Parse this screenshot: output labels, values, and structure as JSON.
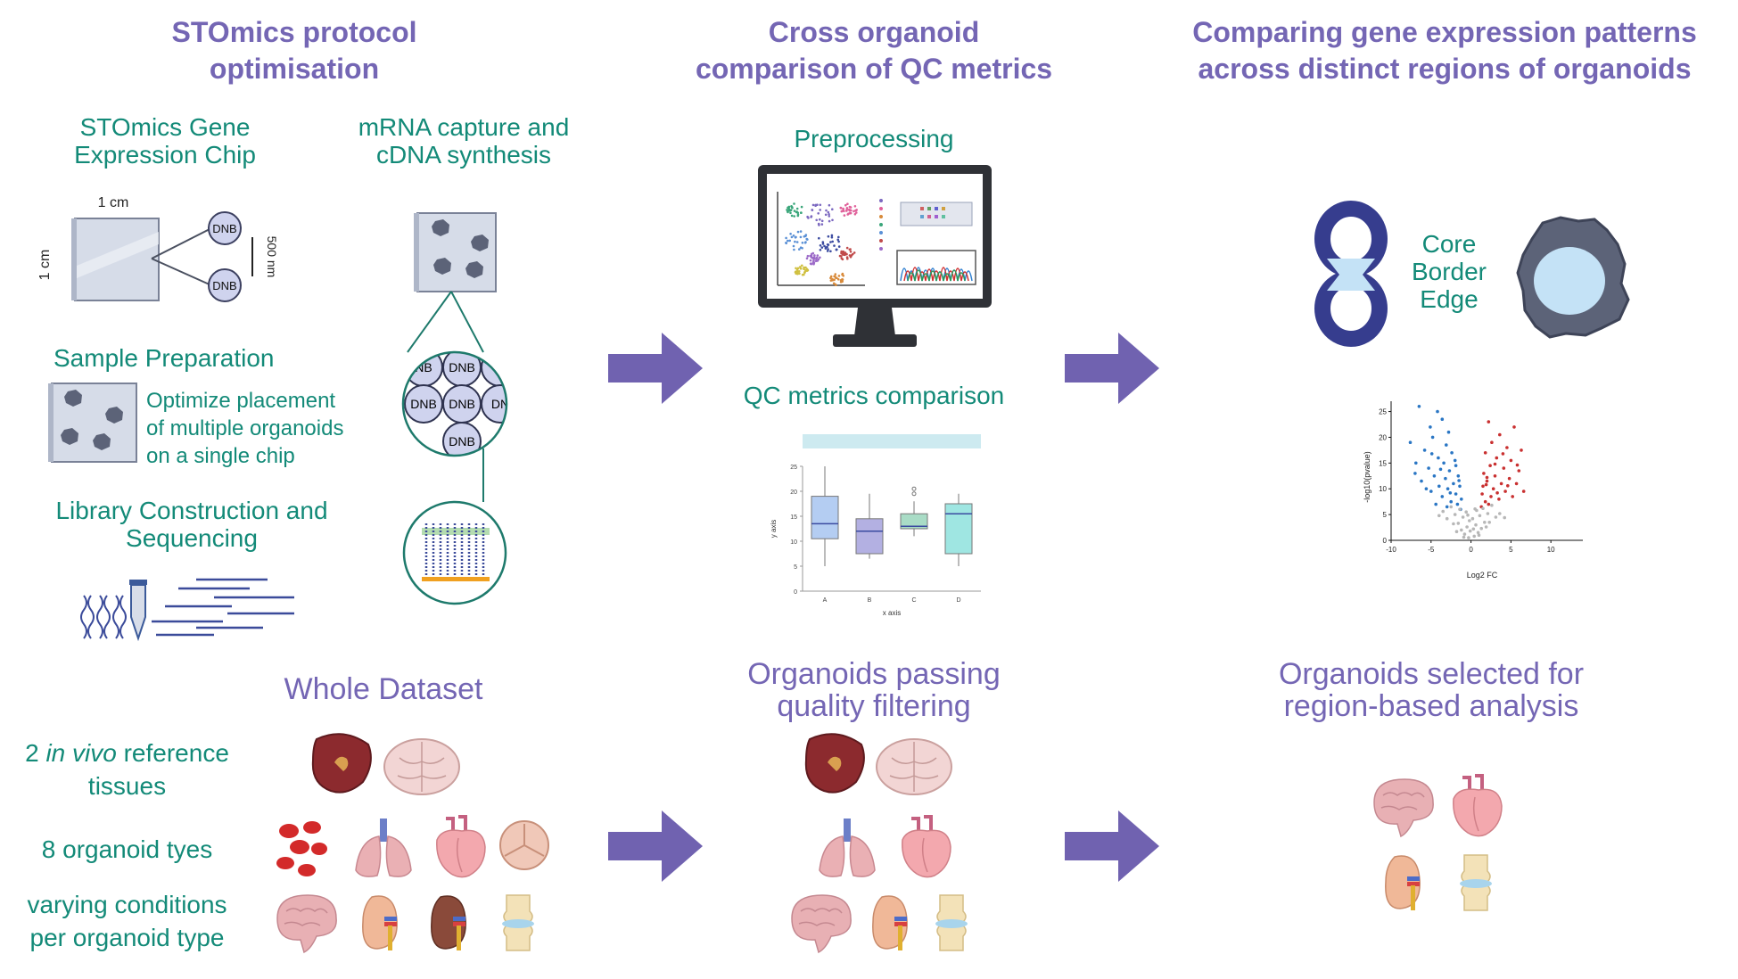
{
  "columns": {
    "left": {
      "title_line1": "STOmics protocol",
      "title_line2": "optimisation"
    },
    "middle": {
      "title_line1": "Cross organoid",
      "title_line2": "comparison of QC metrics"
    },
    "right": {
      "title_line1": "Comparing gene expression patterns",
      "title_line2": "across distinct regions of organoids"
    }
  },
  "protocol": {
    "chip_title_line1": "STOmics Gene",
    "chip_title_line2": "Expression Chip",
    "chip_width_label": "1 cm",
    "chip_height_label": "1 cm",
    "dnb_label": "DNB",
    "dnb_spacing_label": "500 nm",
    "mrna_title_line1": "mRNA capture and",
    "mrna_title_line2": "cDNA synthesis",
    "dnb_cells": [
      "NB",
      "DNB",
      "D",
      "DNB",
      "DNB",
      "DN",
      "DNB"
    ],
    "sample_prep_title": "Sample Preparation",
    "sample_prep_desc_line1": "Optimize placement",
    "sample_prep_desc_line2": "of multiple organoids",
    "sample_prep_desc_line3": "on a single chip",
    "library_line1": "Library Construction and",
    "library_line2": "Sequencing"
  },
  "qc": {
    "preprocessing_label": "Preprocessing",
    "qc_comparison_label": "QC metrics comparison"
  },
  "region": {
    "regions": [
      "Core",
      "Border",
      "Edge"
    ]
  },
  "chart_data": [
    {
      "type": "box",
      "categories": [
        "A",
        "B",
        "C",
        "D"
      ],
      "series": [
        {
          "values": [
            {
              "min": 5,
              "q1": 10.5,
              "median": 13.5,
              "q3": 19,
              "max": 25
            },
            {
              "min": 6.5,
              "q1": 7.5,
              "median": 12,
              "q3": 14.5,
              "max": 19.5
            },
            {
              "min": 11,
              "q1": 12.5,
              "median": 13,
              "q3": 15.5,
              "max": 18,
              "outliers": [
                19.5,
                20.5
              ]
            },
            {
              "min": 5,
              "q1": 7.5,
              "median": 15.5,
              "q3": 17.5,
              "max": 19.5
            }
          ],
          "colors": [
            "#b4cdf2",
            "#b3b0e2",
            "#a9dcc6",
            "#9fe6e2"
          ]
        }
      ],
      "xlabel": "x axis",
      "ylabel": "y axis",
      "ylim": [
        0,
        25
      ],
      "yticks": [
        0,
        5,
        10,
        15,
        20,
        25
      ]
    },
    {
      "type": "scatter",
      "xlabel": "Log2 FC",
      "ylabel": "-log10(pvalue)",
      "xlim": [
        -10,
        14
      ],
      "ylim": [
        0,
        27
      ],
      "xticks": [
        -10,
        -5,
        0,
        5,
        10
      ],
      "yticks": [
        0,
        5,
        10,
        15,
        20,
        25
      ],
      "series": [
        {
          "color": "#2a76c4",
          "points": [
            [
              -6.5,
              26
            ],
            [
              -4.2,
              25
            ],
            [
              -3.6,
              23.5
            ],
            [
              -5.1,
              22
            ],
            [
              -2.8,
              21
            ],
            [
              -4.8,
              20
            ],
            [
              -7.6,
              19
            ],
            [
              -3.1,
              18.5
            ],
            [
              -5.8,
              17.5
            ],
            [
              -2.4,
              17
            ],
            [
              -4.1,
              16
            ],
            [
              -6.9,
              15
            ],
            [
              -3.4,
              15
            ],
            [
              -1.9,
              14.5
            ],
            [
              -5.3,
              14
            ],
            [
              -2.7,
              13.5
            ],
            [
              -4.6,
              12.5
            ],
            [
              -1.6,
              12.5
            ],
            [
              -3.2,
              12
            ],
            [
              -6.2,
              11.5
            ],
            [
              -2.2,
              11
            ],
            [
              -4.0,
              10.5
            ],
            [
              -1.4,
              10.5
            ],
            [
              -2.9,
              10
            ],
            [
              -5.0,
              9.5
            ],
            [
              -1.9,
              9
            ],
            [
              -3.6,
              8.5
            ],
            [
              -1.2,
              8
            ],
            [
              -2.5,
              7.5
            ],
            [
              -4.4,
              7
            ],
            [
              -1.7,
              7
            ],
            [
              -3.0,
              6.5
            ],
            [
              -1.3,
              6
            ],
            [
              -7.0,
              13
            ],
            [
              -5.6,
              10
            ],
            [
              -2.0,
              15.5
            ],
            [
              -3.8,
              13.8
            ],
            [
              -2.6,
              9.2
            ],
            [
              -1.5,
              11.6
            ],
            [
              -4.9,
              16.8
            ]
          ]
        },
        {
          "color": "#c93030",
          "points": [
            [
              2.2,
              23
            ],
            [
              3.6,
              20.5
            ],
            [
              5.4,
              22
            ],
            [
              2.6,
              19
            ],
            [
              4.5,
              18
            ],
            [
              6.3,
              17.5
            ],
            [
              1.8,
              17
            ],
            [
              3.2,
              16
            ],
            [
              5.0,
              15.5
            ],
            [
              2.4,
              14.5
            ],
            [
              4.1,
              14
            ],
            [
              6.0,
              13.5
            ],
            [
              1.6,
              13
            ],
            [
              3.0,
              12.5
            ],
            [
              4.8,
              12
            ],
            [
              2.0,
              11.5
            ],
            [
              3.8,
              11
            ],
            [
              5.7,
              11
            ],
            [
              1.5,
              10.5
            ],
            [
              2.8,
              10
            ],
            [
              4.3,
              9.5
            ],
            [
              6.6,
              9.5
            ],
            [
              1.4,
              9
            ],
            [
              2.5,
              8.5
            ],
            [
              3.5,
              8
            ],
            [
              1.8,
              7.5
            ],
            [
              5.2,
              8.5
            ],
            [
              2.2,
              7
            ],
            [
              1.3,
              6.5
            ],
            [
              4.0,
              16.8
            ],
            [
              3.0,
              14.8
            ],
            [
              2.0,
              12.2
            ],
            [
              5.8,
              14.6
            ],
            [
              3.3,
              9.2
            ],
            [
              1.9,
              10.8
            ],
            [
              4.6,
              10.6
            ]
          ]
        },
        {
          "color": "#b7b7b7",
          "points": [
            [
              -0.3,
              0.5
            ],
            [
              0.4,
              0.8
            ],
            [
              -0.8,
              1.2
            ],
            [
              0.9,
              1.5
            ],
            [
              -1.2,
              2
            ],
            [
              1.3,
              2.3
            ],
            [
              -0.5,
              2.6
            ],
            [
              0.6,
              3
            ],
            [
              -1.6,
              3.3
            ],
            [
              1.7,
              3.5
            ],
            [
              -0.2,
              3.8
            ],
            [
              0.2,
              4.2
            ],
            [
              -1.0,
              4.5
            ],
            [
              1.1,
              4.8
            ],
            [
              -2.0,
              5
            ],
            [
              2.1,
              5.2
            ],
            [
              -0.6,
              5.5
            ],
            [
              0.7,
              5.8
            ],
            [
              -1.4,
              6
            ],
            [
              1.5,
              6.2
            ],
            [
              -2.5,
              6.5
            ],
            [
              2.6,
              6.8
            ],
            [
              -3.0,
              4.2
            ],
            [
              3.1,
              4.5
            ],
            [
              -2.2,
              3.2
            ],
            [
              2.3,
              3.5
            ],
            [
              -0.9,
              0.6
            ],
            [
              1.0,
              1
            ],
            [
              -3.5,
              5.6
            ],
            [
              3.6,
              5.2
            ],
            [
              -0.1,
              1.8
            ],
            [
              0.3,
              2.2
            ],
            [
              -1.8,
              1.7
            ],
            [
              1.9,
              2.6
            ],
            [
              -4.0,
              4.8
            ],
            [
              4.2,
              4.4
            ],
            [
              -0.4,
              4.9
            ],
            [
              0.5,
              6.1
            ]
          ]
        }
      ]
    }
  ],
  "datasets": {
    "whole": {
      "title": "Whole Dataset"
    },
    "filtered": {
      "title_line1": "Organoids passing",
      "title_line2": "quality filtering"
    },
    "selected": {
      "title_line1": "Organoids selected for",
      "title_line2": "region-based analysis"
    },
    "row_reference_pre": "2 ",
    "row_reference_italic": "in vivo",
    "row_reference_post": " reference",
    "row_reference_line2": "tissues",
    "row_types": "8 organoid tyes",
    "row_conditions_line1": "varying conditions",
    "row_conditions_line2": "per organoid type"
  },
  "colors": {
    "heading": "#7466b4",
    "teal": "#138a78",
    "arrow": "#7062b0",
    "dnb_fill": "#cfd3ee",
    "organoid": "#5c6378",
    "core": "#c4e2f6",
    "ring": "#363d8e"
  }
}
